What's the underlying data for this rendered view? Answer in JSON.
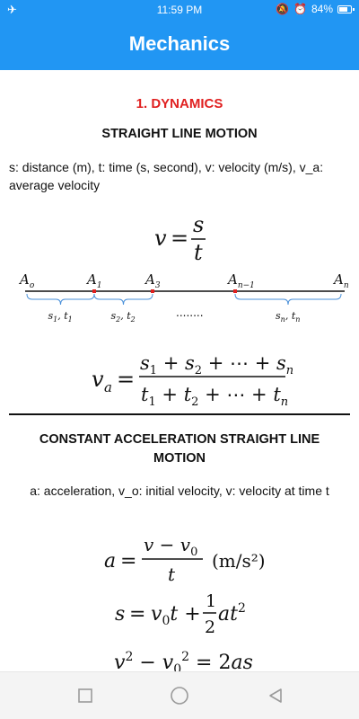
{
  "status_bar": {
    "time": "11:59 PM",
    "battery_percent": "84%",
    "battery_level": 0.84,
    "icons": [
      "airplane-mode-icon",
      "muted-bell-icon",
      "alarm-icon",
      "battery-icon"
    ]
  },
  "app_bar": {
    "title": "Mechanics"
  },
  "section1": {
    "title": "1. DYNAMICS",
    "subtitle": "STRAIGHT LINE MOTION",
    "description": "s: distance (m), t: time (s, second), v: velocity (m/s), v_a: average velocity",
    "figure": {
      "dots": "........",
      "point_labels": [
        {
          "base": "A",
          "sub": "o"
        },
        {
          "base": "A",
          "sub": "1"
        },
        {
          "base": "A",
          "sub": "3"
        },
        {
          "base": "A",
          "sub": "n−1"
        },
        {
          "base": "A",
          "sub": "n"
        }
      ],
      "segment_labels": [
        {
          "s": "1",
          "t": "1"
        },
        {
          "s": "2",
          "t": "2"
        },
        {
          "s": "n",
          "t": "n"
        }
      ]
    }
  },
  "section2": {
    "subtitle": "CONSTANT ACCELERATION STRAIGHT LINE MOTION",
    "description": "a: acceleration, v_o: initial velocity, v: velocity at time t",
    "unit": "(m/s²)"
  },
  "colors": {
    "primary": "#2196F3",
    "section_title": "#e02020",
    "marker": "#e02020",
    "brace": "#4a90d9"
  },
  "nav_bar": {
    "buttons": [
      "recents-square-icon",
      "home-circle-icon",
      "back-triangle-icon"
    ]
  }
}
